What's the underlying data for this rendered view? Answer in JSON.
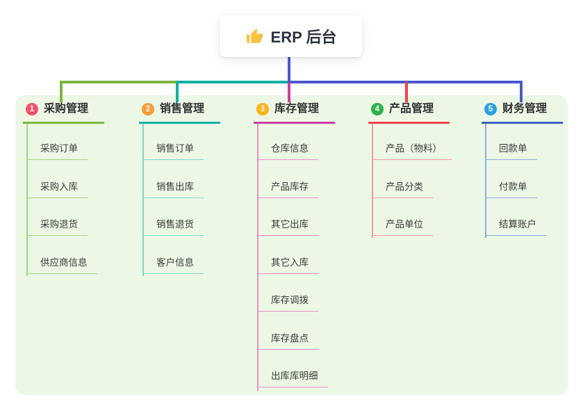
{
  "root": {
    "label": "ERP 后台",
    "icon": "thumbs-up-icon"
  },
  "colors": {
    "connector": "#4c58cd",
    "panel_bg": "#ecf7e6",
    "root_card_bg": "#ffffff",
    "text_primary": "#333333",
    "text_child": "#3b3b3b"
  },
  "branches": [
    {
      "index": "1",
      "label": "采购管理",
      "badge_color": "#f6506b",
      "line_color": "#7db63f",
      "line_light": "#a6d37d",
      "children": [
        "采购订单",
        "采购入库",
        "采购退货",
        "供应商信息"
      ]
    },
    {
      "index": "2",
      "label": "销售管理",
      "badge_color": "#f99b37",
      "line_color": "#10b2a2",
      "line_light": "#7ed5cb",
      "children": [
        "销售订单",
        "销售出库",
        "销售退货",
        "客户信息"
      ]
    },
    {
      "index": "3",
      "label": "库存管理",
      "badge_color": "#fcb317",
      "line_color": "#cd3da0",
      "line_light": "#e78fc5",
      "children": [
        "仓库信息",
        "产品库存",
        "其它出库",
        "其它入库",
        "库存调拨",
        "库存盘点",
        "出库库明细"
      ]
    },
    {
      "index": "4",
      "label": "产品管理",
      "badge_color": "#2eb14d",
      "line_color": "#ee434b",
      "line_light": "#f59c9e",
      "children": [
        "产品（物料）",
        "产品分类",
        "产品单位"
      ]
    },
    {
      "index": "5",
      "label": "财务管理",
      "badge_color": "#2aa0e0",
      "line_color": "#3d63c6",
      "line_light": "#93abdb",
      "children": [
        "回款单",
        "付款单",
        "结算账户"
      ]
    }
  ]
}
